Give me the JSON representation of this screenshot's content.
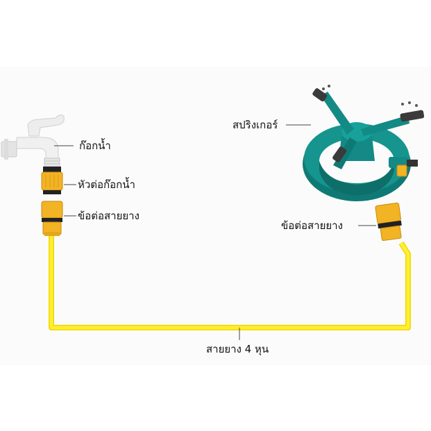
{
  "labels": {
    "faucet": "ก๊อกน้ำ",
    "faucet_adapter": "หัวต่อก๊อกน้ำ",
    "hose_connector_left": "ข้อต่อสายยาง",
    "sprinkler": "สปริงเกอร์",
    "hose_connector_right": "ข้อต่อสายยาง",
    "hose": "สายยาง 4 หุน"
  },
  "colors": {
    "hose": "#ffee33",
    "connector": "#f2b324",
    "connector_dark": "#1e1e1e",
    "sprinkler": "#138a85",
    "sprinkler_dark": "#0b5d5a",
    "faucet": "#ececec",
    "leader_line": "#444444",
    "background_panel": "#fbfbfb"
  },
  "icons": {
    "faucet": "faucet-icon",
    "sprinkler": "rotating-sprinkler-icon"
  }
}
